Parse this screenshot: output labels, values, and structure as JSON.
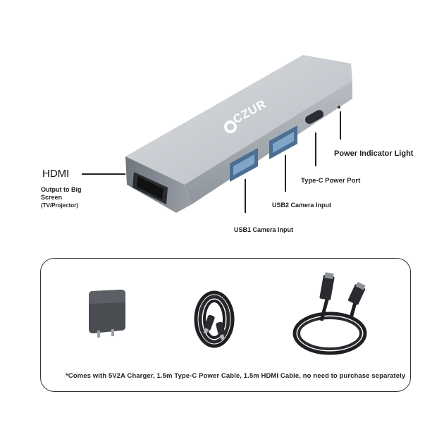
{
  "device": {
    "brand": "CZUR",
    "hdmi_title": "HDMI",
    "hdmi_desc_1": "Output to Big",
    "hdmi_desc_2": "Screen",
    "hdmi_desc_3": "(TV/Projector)",
    "usb1_label": "USB1 Camera Input",
    "usb2_label": "USB2 Camera Input",
    "typec_label": "Type-C Power Port",
    "power_light_label": "Power Indicator Light"
  },
  "accessories": {
    "note": "*Comes with 5V2A Charger, 1.5m Type-C Power Cable, 1.5m HDMI Cable, no need to purchase separately"
  }
}
